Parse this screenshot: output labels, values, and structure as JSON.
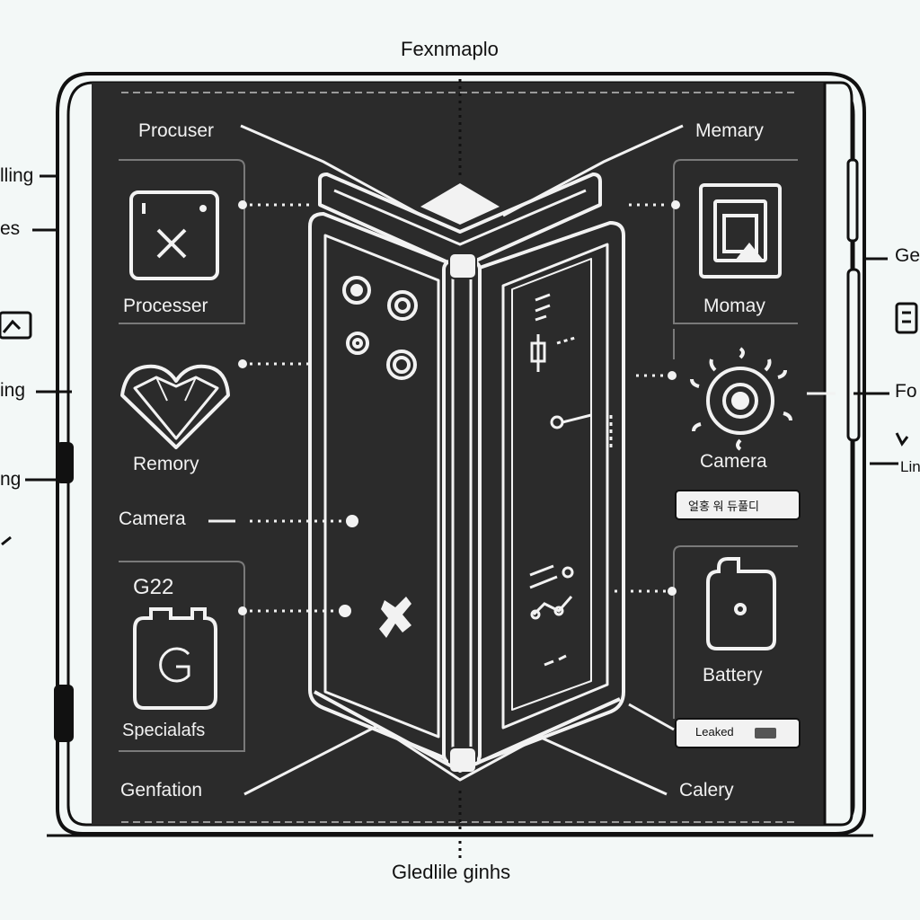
{
  "title": "Fexnmaplo",
  "footer": "Gledlile ginhs",
  "left_edge_labels": [
    "lling",
    "es",
    "ing",
    "ng"
  ],
  "right_edge_labels": [
    "Ge",
    "Fo",
    "Lin"
  ],
  "callouts": {
    "top_left": "Procuser",
    "top_right": "Memary",
    "camera_left": "Camera",
    "bottom_left": "Genfation",
    "bottom_right": "Calery"
  },
  "cards": {
    "processor": {
      "label": "Processer",
      "icon": "chip-x-icon"
    },
    "memory_right": {
      "label": "Momay",
      "icon": "memory-module-icon"
    },
    "memory_left": {
      "label": "Remory",
      "icon": "diamond-heart-icon"
    },
    "camera_right": {
      "label": "Camera",
      "icon": "camera-lens-icon"
    },
    "special": {
      "number": "G22",
      "label": "Specialafs",
      "icon": "battery-g-icon"
    },
    "battery": {
      "label": "Battery",
      "icon": "battery-icon"
    }
  },
  "badges": {
    "status": "얼홍 워 듀풀디",
    "leaked": "Leaked"
  },
  "colors": {
    "panel": "#2b2b2b",
    "line": "#111111",
    "background": "#f3f8f7",
    "text_light": "#f2f2f2"
  }
}
